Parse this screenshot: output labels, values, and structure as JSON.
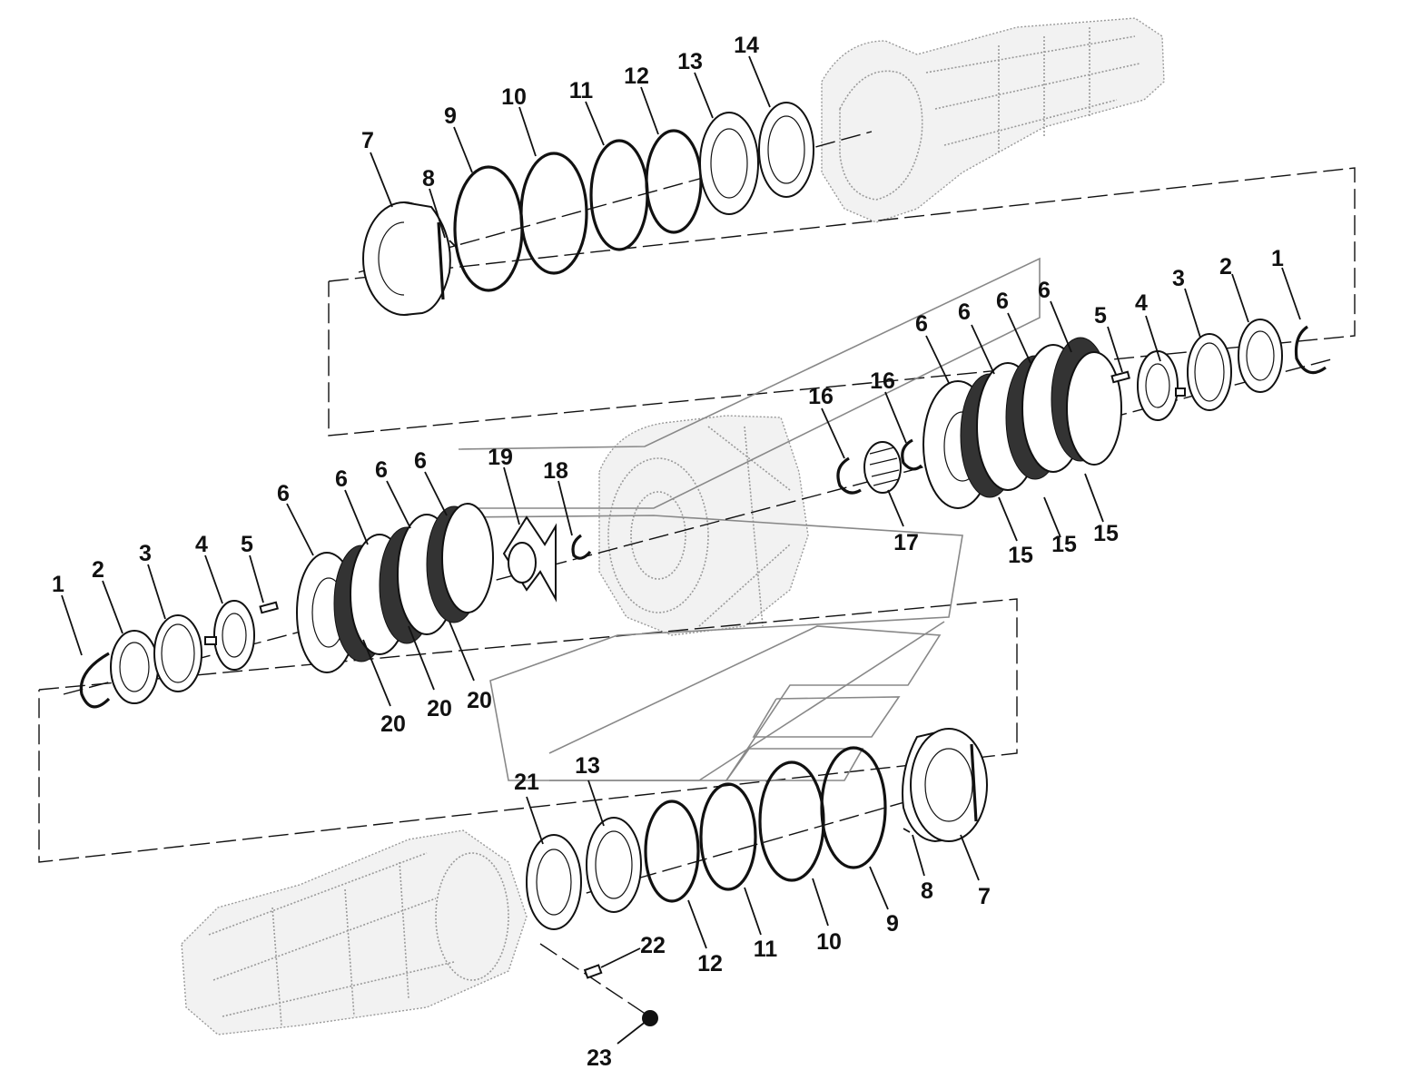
{
  "diagram": {
    "colors": {
      "line": "#111111",
      "ghost": "#9a9a9a",
      "background": "#ffffff"
    },
    "callouts": {
      "c1_left": "1",
      "c2_left": "2",
      "c3_left": "3",
      "c4_left": "4",
      "c5_left": "5",
      "c6_a": "6",
      "c6_b": "6",
      "c6_c": "6",
      "c6_d": "6",
      "c19": "19",
      "c18": "18",
      "c20_a": "20",
      "c20_b": "20",
      "c20_c": "20",
      "c16_a": "16",
      "c16_b": "16",
      "c17": "17",
      "c6_e": "6",
      "c6_f": "6",
      "c6_g": "6",
      "c6_h": "6",
      "c15_a": "15",
      "c15_b": "15",
      "c15_c": "15",
      "c5_right": "5",
      "c4_right": "4",
      "c3_right": "3",
      "c2_right": "2",
      "c1_right": "1",
      "c7_top": "7",
      "c8_top": "8",
      "c9_top": "9",
      "c10_top": "10",
      "c11_top": "11",
      "c12_top": "12",
      "c13_top": "13",
      "c14_top": "14",
      "c21": "21",
      "c13_bot": "13",
      "c12_bot": "12",
      "c11_bot": "11",
      "c10_bot": "10",
      "c9_bot": "9",
      "c8_bot": "8",
      "c7_bot": "7",
      "c22": "22",
      "c23": "23"
    }
  }
}
